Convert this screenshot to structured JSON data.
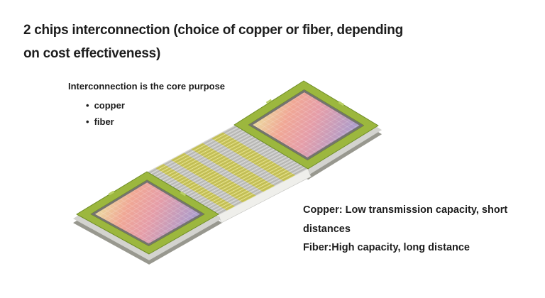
{
  "slide": {
    "title_lines": [
      "2 chips interconnection (choice of copper or fiber, depending",
      "on cost effectiveness)"
    ],
    "left_note": {
      "heading": "Interconnection is the core purpose",
      "bullet_char": "•",
      "bullets": [
        "copper",
        "fiber"
      ]
    },
    "right_note_lines": [
      "Copper: Low transmission capacity, short",
      "distances",
      "Fiber:High capacity, long distance"
    ],
    "text_color": "#1d1d1d"
  },
  "illustration": {
    "label": "two-chip-packages-connected-by-striped-interconnect-ribbon",
    "chip_count": 2,
    "colors": {
      "frame_green": "#9cb73e",
      "frame_green_dark": "#6f8d27",
      "frame_notch_green": "#b9cf66",
      "ring_gray": "#74746e",
      "die_gradient": [
        "#ebe2a2",
        "#f0a795",
        "#e59da8",
        "#a39cd0"
      ],
      "ribbon_silver": "#c3c3c0",
      "ribbon_yellow": "#ccc751",
      "base_gray": "#d3d3cf",
      "base_gray_dark": "#98988f",
      "substrate_white": "#efefeb"
    }
  }
}
